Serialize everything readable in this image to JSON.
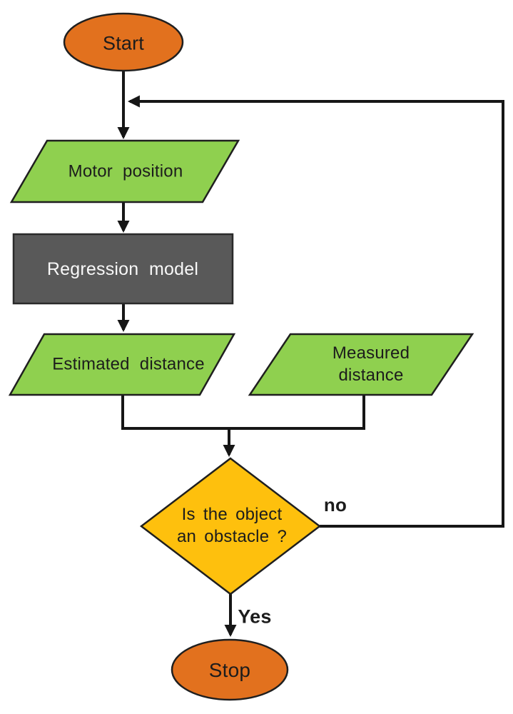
{
  "diagram": {
    "type": "flowchart",
    "nodes": {
      "start": {
        "label": "Start",
        "shape": "terminator"
      },
      "motor_position": {
        "label": "Motor position",
        "shape": "input-output"
      },
      "regression_model": {
        "label": "Regression model",
        "shape": "process"
      },
      "estimated_distance": {
        "label": "Estimated distance",
        "shape": "input-output"
      },
      "measured_distance": {
        "label": "Measured distance",
        "shape": "input-output"
      },
      "decision": {
        "label": "Is the object\nan obstacle ?",
        "shape": "decision"
      },
      "stop": {
        "label": "Stop",
        "shape": "terminator"
      }
    },
    "edge_labels": {
      "no": "no",
      "yes": "Yes"
    },
    "colors": {
      "terminator_fill": "#E2711E",
      "io_fill": "#8FD04F",
      "process_fill": "#595959",
      "decision_fill": "#FEC00D",
      "outline": "#1F1F1F",
      "line": "#161616",
      "text_dark": "#1C1C1C",
      "text_light": "#F8F8F8",
      "background": "#FFFFFF"
    }
  }
}
